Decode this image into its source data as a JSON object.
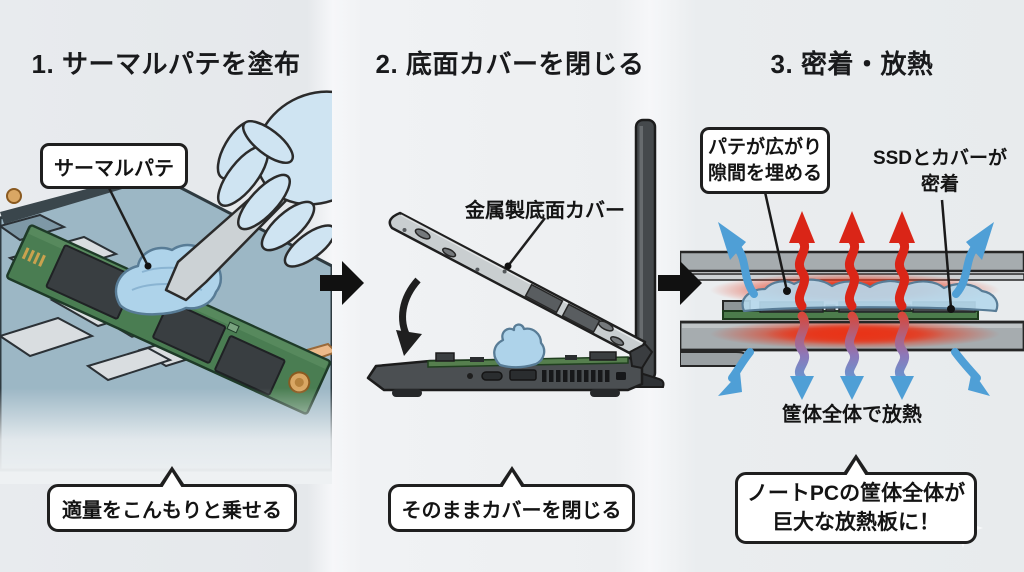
{
  "panels": [
    {
      "title": "1. サーマルパテを塗布",
      "label": "サーマルパテ",
      "caption": "適量をこんもりと乗せる"
    },
    {
      "title": "2. 底面カバーを閉じる",
      "label": "金属製底面カバー",
      "caption": "そのままカバーを閉じる"
    },
    {
      "title": "3. 密着・放熱",
      "callout": "パテが広がり\n隙間を埋める",
      "ssd_label": "SSDとカバーが\n密着",
      "heat_label": "筐体全体で放熱",
      "caption": "ノートPCの筐体全体が\n巨大な放熱板に！"
    }
  ],
  "icons": {
    "step_arrow": "black-right-arrow",
    "heat_arrows": "red-wavy-up-arrows",
    "cool_arrows": "blue-wavy-out-arrows",
    "close_arrow": "curved-down-arrow"
  },
  "colors": {
    "heat_red": "#da2517",
    "cool_blue": "#4f9fd6",
    "putty_blue": "#aed3ea",
    "pcb_green": "#4c7c4c",
    "chassis_gray": "#a6acaf",
    "motherboard_blue": "#9cb7c5",
    "arrow_black": "#111111",
    "background": "#eceef0"
  }
}
